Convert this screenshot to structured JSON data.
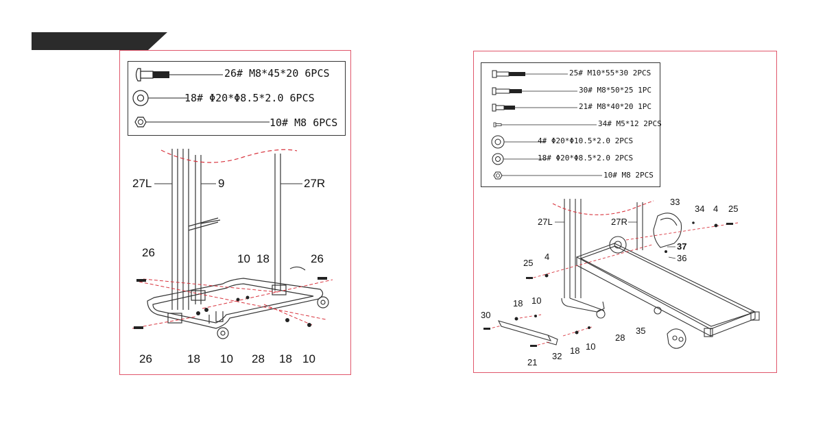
{
  "left_panel": {
    "hardware": [
      {
        "label": "26# M8*45*20 6PCS",
        "icon": "carriage-bolt-icon"
      },
      {
        "label": "18# Φ20*Φ8.5*2.0 6PCS",
        "icon": "washer-icon"
      },
      {
        "label": "10# M8 6PCS",
        "icon": "nut-icon"
      }
    ],
    "callouts": {
      "frame_left": "27L",
      "upright": "9",
      "frame_right": "27R",
      "bolt_top_left": "26",
      "nut_mid": "10",
      "washer_mid": "18",
      "bolt_top_right": "26",
      "bolt_bottom_left": "26",
      "washer_bottom_left": "18",
      "nut_bottom_left": "10",
      "base": "28",
      "washer_bottom_right": "18",
      "nut_bottom_right": "10"
    }
  },
  "right_panel": {
    "hardware": [
      {
        "label": "25# M10*55*30 2PCS",
        "icon": "bolt-long-icon"
      },
      {
        "label": "30# M8*50*25 1PC",
        "icon": "bolt-icon"
      },
      {
        "label": "21# M8*40*20 1PC",
        "icon": "bolt-short-icon"
      },
      {
        "label": "34# M5*12 2PCS",
        "icon": "screw-icon"
      },
      {
        "label": "4# Φ20*Φ10.5*2.0 2PCS",
        "icon": "washer-large-icon"
      },
      {
        "label": "18# Φ20*Φ8.5*2.0 2PCS",
        "icon": "washer-icon"
      },
      {
        "label": "10# M8 2PCS",
        "icon": "nut-icon"
      }
    ],
    "callouts": {
      "frame_left": "27L",
      "frame_right": "27R",
      "cover": "33",
      "screw": "34",
      "washer_top": "4",
      "bolt_top": "25",
      "pin": "37",
      "clip": "36",
      "bolt_left": "25",
      "washer_left": "4",
      "washer_arm": "18",
      "nut_arm": "10",
      "bolt_arm": "30",
      "base": "28",
      "deck": "35",
      "arm": "32",
      "washer_arm_bottom": "18",
      "nut_arm_bottom": "10",
      "bolt_arm_bottom": "21"
    }
  },
  "colors": {
    "border": "#e0556a",
    "dash": "#d8323c",
    "tab": "#2b2b2b",
    "line": "#333333"
  }
}
